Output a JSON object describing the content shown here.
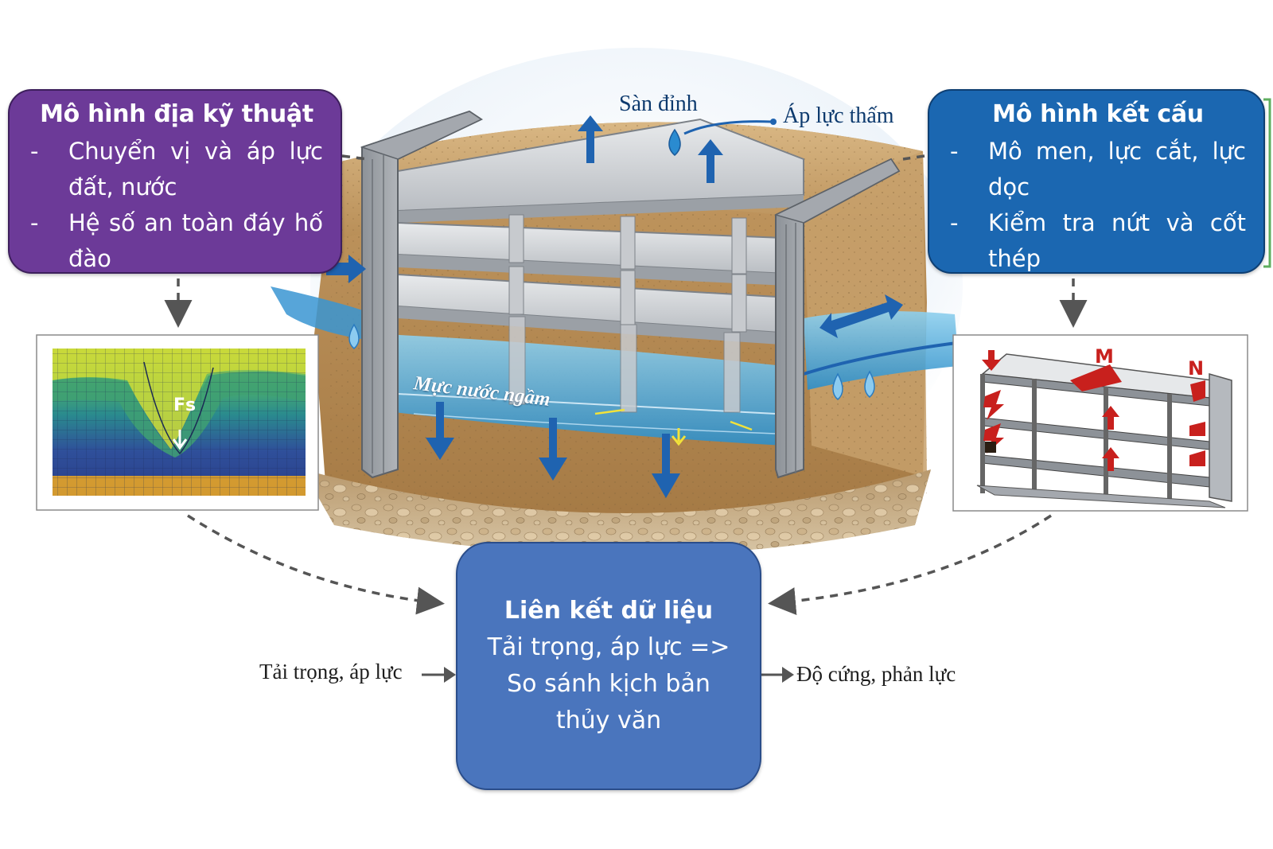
{
  "geotech_box": {
    "title": "Mô hình địa kỹ thuật",
    "items": [
      "Chuyển vị và áp lực đất, nước",
      "Hệ số an toàn đáy hố đào"
    ]
  },
  "structure_box": {
    "title": "Mô hình kết cấu",
    "items": [
      "Mô men, lực cắt, lực dọc",
      "Kiểm tra nứt và cốt thép"
    ]
  },
  "link_box": {
    "title": "Liên kết dữ liệu",
    "lines": [
      "Tải trọng, áp lực =>",
      "So sánh kịch bản",
      "thủy văn"
    ]
  },
  "side_labels": {
    "left": "Tải trọng, áp lực",
    "right": "Độ cứng, phản lực"
  },
  "annotations": {
    "top_slab": "Sàn đỉnh",
    "seepage_pressure": "Áp lực thấm",
    "groundwater_level": "Mực nước ngầm",
    "safety_factor": "Fs",
    "moment": "M",
    "axial": "N"
  },
  "colors": {
    "geotech": "#6c3a98",
    "structure": "#1b67b1",
    "link": "#4a75bd",
    "water": "#2a8bd0",
    "arrow_blue": "#1f63b0",
    "force_red": "#c8201d"
  }
}
